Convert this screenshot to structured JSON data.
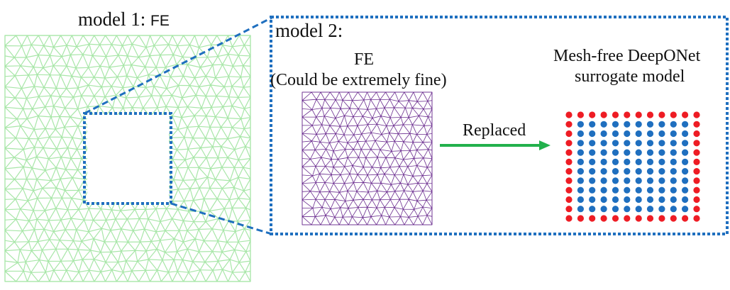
{
  "model1": {
    "label_prefix": "model 1: ",
    "label_method": "FE",
    "mesh_color": "#a8e6a8"
  },
  "model2": {
    "label": "model 2:",
    "fe_title": "FE",
    "fe_note": "(Could be extremely fine)",
    "fe_mesh_color": "#6b2d8f",
    "arrow_label": "Replaced",
    "arrow_color": "#22b14c",
    "surrogate_line1": "Mesh-free DeepONet",
    "surrogate_line2": "surrogate model",
    "dot_boundary_color": "#ee1c24",
    "dot_interior_color": "#1f6fbf",
    "dot_grid_size": 12
  },
  "frame_color": "#1f6fbf"
}
